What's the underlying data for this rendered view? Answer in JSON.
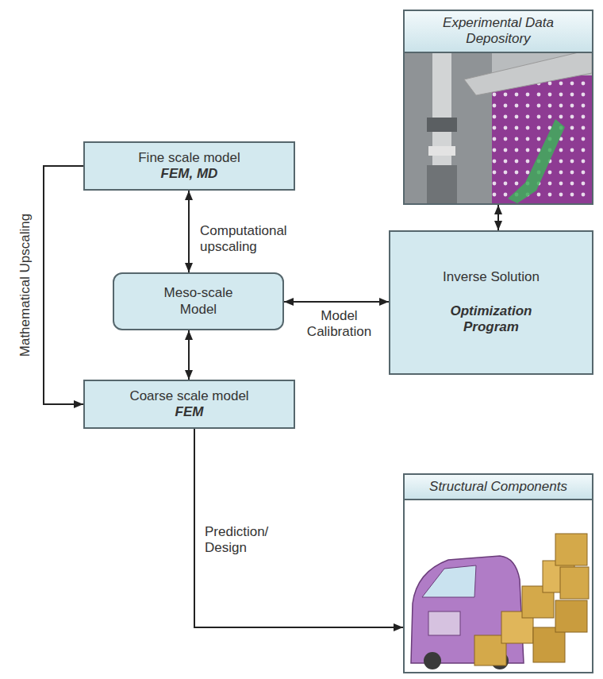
{
  "diagram": {
    "nodes": [
      {
        "text": [
          "Experimental Data Depository"
        ]
      },
      {
        "text": [
          "Fine scale model",
          "FEM, MD"
        ]
      },
      {
        "text": [
          "Meso-scale Model"
        ]
      },
      {
        "text": [
          "Inverse Solution",
          "Optimization Program"
        ]
      },
      {
        "text": [
          "Coarse scale model",
          "FEM"
        ]
      },
      {
        "text": [
          "Structural Components"
        ]
      }
    ],
    "edges": [
      {
        "from": 1,
        "to": 2,
        "arrow": "both",
        "label": "Computational upscaling"
      },
      {
        "from": 2,
        "to": 4,
        "arrow": "both"
      },
      {
        "from": 2,
        "to": 3,
        "arrow": "both",
        "label": "Model Calibration"
      },
      {
        "from": 0,
        "to": 3,
        "arrow": "both"
      },
      {
        "from": 1,
        "to": 4,
        "arrow": "to",
        "label": "Mathematical Upscaling"
      },
      {
        "from": 4,
        "to": 5,
        "arrow": "to",
        "label": "Prediction/ Design"
      }
    ]
  }
}
